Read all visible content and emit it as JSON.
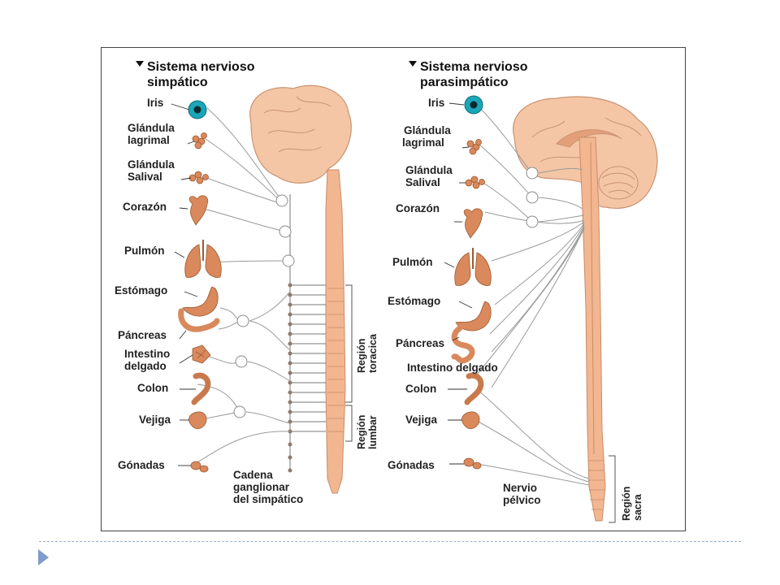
{
  "sympathetic": {
    "title_line1": "Sistema nervioso",
    "title_line2": "simpático",
    "labels": {
      "iris": "Iris",
      "glandula_lagrimal_1": "Glándula",
      "glandula_lagrimal_2": "lagrimal",
      "glandula_salival_1": "Glándula",
      "glandula_salival_2": "Salival",
      "corazon": "Corazón",
      "pulmon": "Pulmón",
      "estomago": "Estómago",
      "pancreas": "Páncreas",
      "intestino_1": "Intestino",
      "intestino_2": "delgado",
      "colon": "Colon",
      "vejiga": "Vejiga",
      "gonadas": "Gónadas",
      "cadena_1": "Cadena",
      "cadena_2": "ganglionar",
      "cadena_3": "del simpático",
      "region_toracica_1": "Región",
      "region_toracica_2": "toracica",
      "region_lumbar_1": "Región",
      "region_lumbar_2": "lumbar"
    }
  },
  "parasympathetic": {
    "title_line1": "Sistema nervioso",
    "title_line2": "parasimpático",
    "labels": {
      "iris": "Iris",
      "glandula_lagrimal_1": "Glándula",
      "glandula_lagrimal_2": "lagrimal",
      "glandula_salival_1": "Glándula",
      "glandula_salival_2": "Salival",
      "corazon": "Corazón",
      "pulmon": "Pulmón",
      "estomago": "Estómago",
      "pancreas": "Páncreas",
      "intestino": "Intestino delgado",
      "colon": "Colon",
      "vejiga": "Vejiga",
      "gonadas": "Gónadas",
      "nervio_1": "Nervio",
      "nervio_2": "pélvico",
      "region_sacra_1": "Región",
      "region_sacra_2": "sacra"
    }
  },
  "colors": {
    "cord": "#f2b791",
    "brain": "#f4c6a5",
    "organ": "#d9895c",
    "iris": "#1aa6b8",
    "slide_accent": "#7d9cc7"
  }
}
